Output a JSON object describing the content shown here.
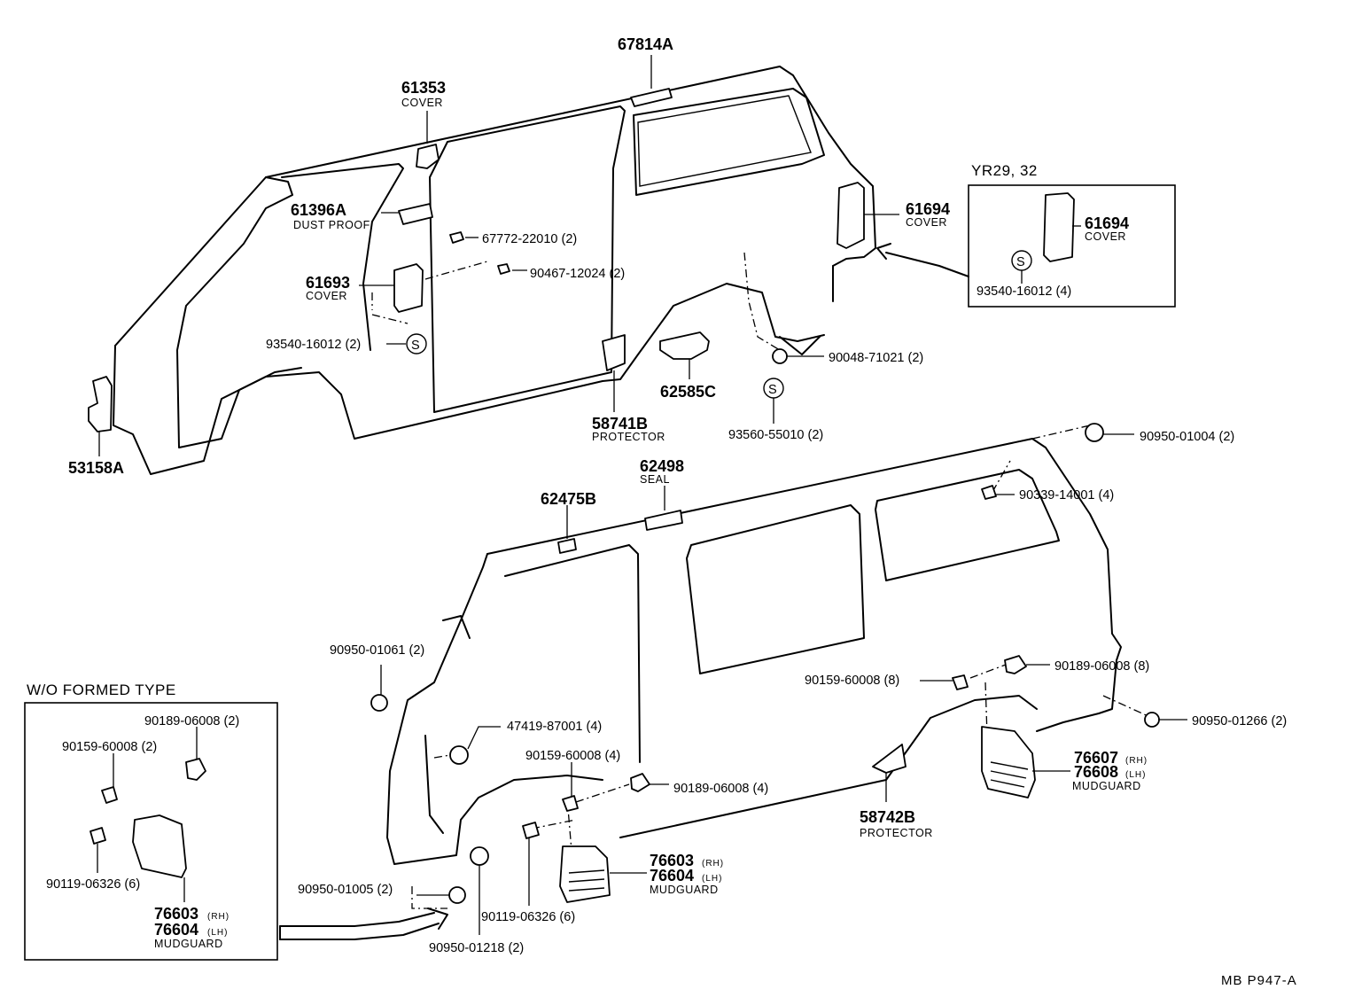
{
  "header_ref": "MB  P947-A",
  "insets": {
    "yr": {
      "title": "YR29, 32"
    },
    "wo": {
      "title": "W/O FORMED  TYPE"
    }
  },
  "labels": {
    "p67814A": "67814A",
    "p61353": "61353",
    "d61353": "COVER",
    "p61396A": "61396A",
    "d61396A": "DUST PROOF",
    "p6777222010": "67772-22010 (2)",
    "p9046712024": "90467-12024 (2)",
    "p61693": "61693",
    "d61693": "COVER",
    "p9354016012a": "93540-16012 (2)",
    "p53158A": "53158A",
    "p58741B": "58741B",
    "d58741B": "PROTECTOR",
    "p62585C": "62585C",
    "p9004871021": "90048-71021 (2)",
    "p9356055010": "93560-55010 (2)",
    "p61694": "61694",
    "d61694": "COVER",
    "p61694b": "61694",
    "d61694b": "COVER",
    "p9354016012b": "93540-16012 (4)",
    "p9095001004": "90950-01004 (2)",
    "p9033914001": "90339-14001 (4)",
    "p62498": "62498",
    "d62498": "SEAL",
    "p62475B": "62475B",
    "p9095001061": "90950-01061 (2)",
    "p4741987001": "47419-87001 (4)",
    "p9015960008a": "90159-60008 (8)",
    "p9018906008a": "90189-06008 (8)",
    "p9095001266": "90950-01266 (2)",
    "p76607": "76607",
    "s76607": "(RH)",
    "p76608": "76608",
    "s76608": "(LH)",
    "d76607": "MUDGUARD",
    "p9015960008b": "90159-60008 (4)",
    "p9018906008b": "90189-06008 (4)",
    "p58742B": "58742B",
    "d58742B": "PROTECTOR",
    "p76603": "76603",
    "s76603": "(RH)",
    "p76604": "76604",
    "s76604": "(LH)",
    "d76603": "MUDGUARD",
    "p9095001005": "90950-01005 (2)",
    "p9011906326a": "90119-06326 (6)",
    "p9095001218": "90950-01218 (2)",
    "p9018906008c": "90189-06008 (2)",
    "p9015960008c": "90159-60008 (2)",
    "p9011906326b": "90119-06326 (6)",
    "p76603b": "76603",
    "s76603b": "(RH)",
    "p76604b": "76604",
    "s76604b": "(LH)",
    "d76603b": "MUDGUARD",
    "s_mark": "S"
  }
}
